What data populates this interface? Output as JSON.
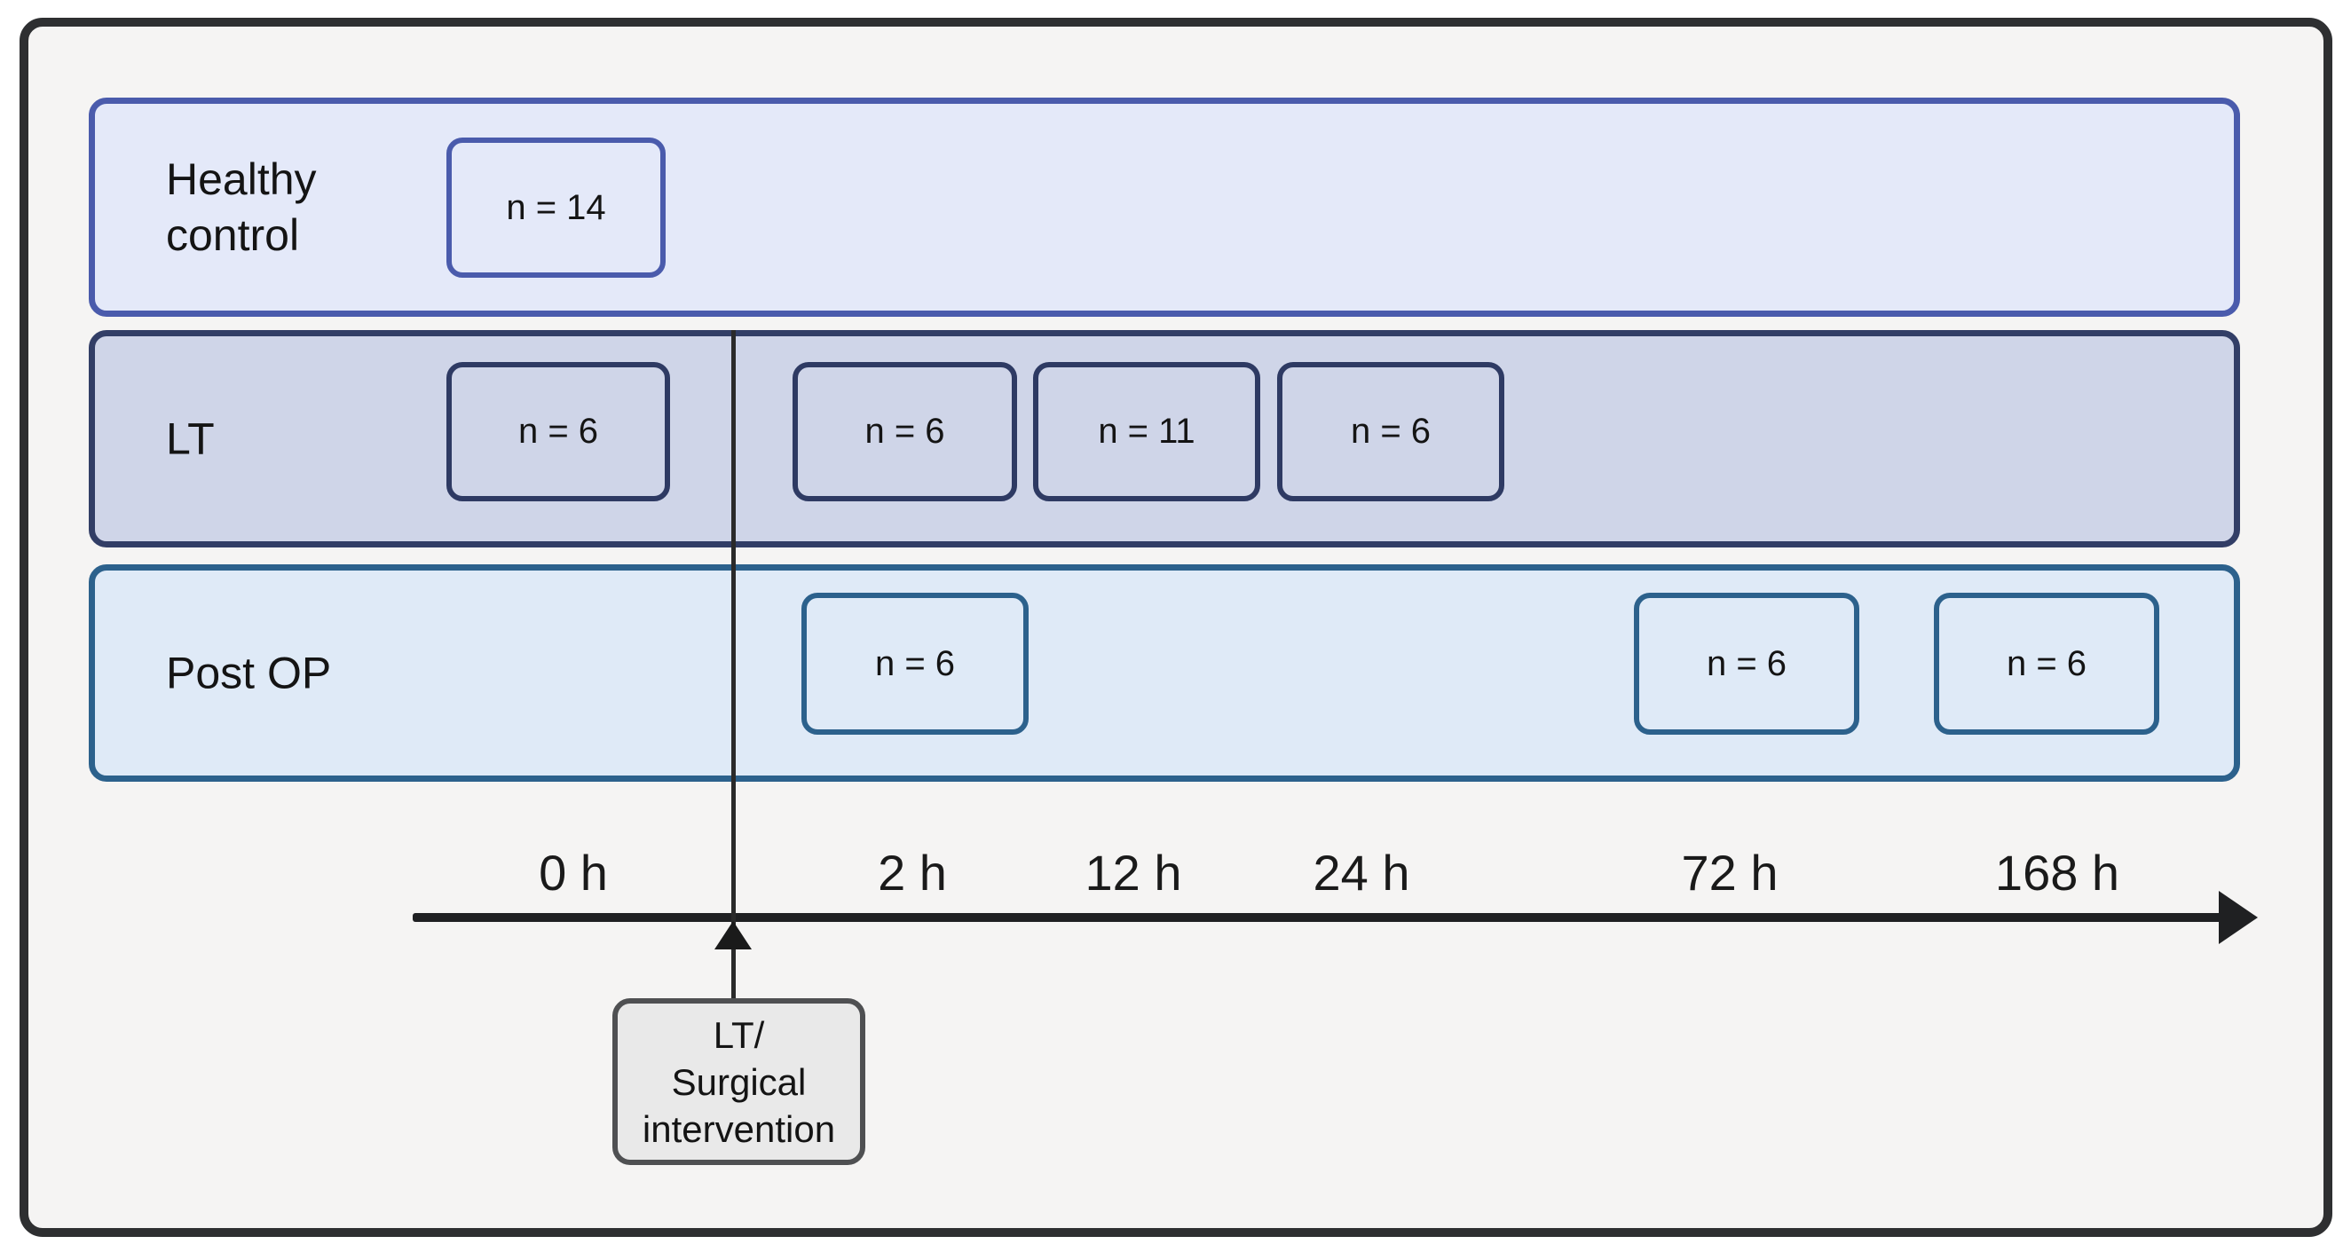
{
  "figure": {
    "type": "study-design-timeline",
    "colors": {
      "page_background": "#ffffff",
      "frame_background": "#f5f4f3",
      "frame_border": "#2e2f31",
      "healthy_fill": "#e4e9f9",
      "healthy_border": "#4a5bac",
      "lt_fill": "#cfd5e8",
      "lt_border": "#323e66",
      "postop_fill": "#dfeaf7",
      "postop_border": "#2c618c",
      "intervention_fill": "#e9e9e9",
      "intervention_border": "#4f5052",
      "axis_color": "#1f2022",
      "text_color": "#141414"
    }
  },
  "groups": [
    {
      "id": "healthy-control",
      "label_line1": "Healthy",
      "label_line2": "control",
      "boxes": [
        {
          "time": "0 h",
          "n_label": "n = 14"
        }
      ]
    },
    {
      "id": "lt",
      "label_line1": "LT",
      "label_line2": "",
      "boxes": [
        {
          "time": "0 h",
          "n_label": "n = 6"
        },
        {
          "time": "2 h",
          "n_label": "n = 6"
        },
        {
          "time": "12 h",
          "n_label": "n = 11"
        },
        {
          "time": "24 h",
          "n_label": "n = 6"
        }
      ]
    },
    {
      "id": "post-op",
      "label_line1": "Post OP",
      "label_line2": "",
      "boxes": [
        {
          "time": "2 h",
          "n_label": "n = 6"
        },
        {
          "time": "72 h",
          "n_label": "n = 6"
        },
        {
          "time": "168 h",
          "n_label": "n = 6"
        }
      ]
    }
  ],
  "timeline": {
    "unit": "hours",
    "ticks": [
      "0 h",
      "2 h",
      "12 h",
      "24 h",
      "72 h",
      "168 h"
    ]
  },
  "intervention": {
    "line1": "LT/",
    "line2": "Surgical",
    "line3": "intervention",
    "occurs_between": [
      "0 h",
      "2 h"
    ]
  }
}
